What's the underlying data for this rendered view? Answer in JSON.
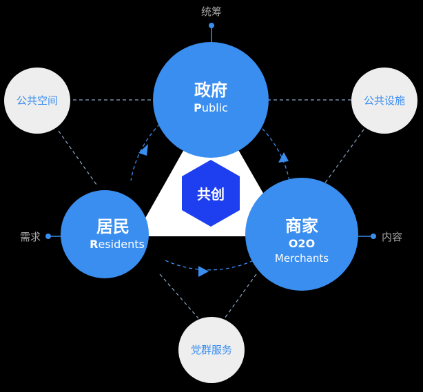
{
  "colors": {
    "background": "#000000",
    "primary": "#3A8EF0",
    "hexagon": "#1E3FF0",
    "satellite_fill": "#EEEEEE",
    "satellite_text": "#3A8EF0",
    "muted_text": "#A8A8A8",
    "triangle": "#FFFFFF",
    "dashed_line": "#8FA8C8"
  },
  "center": {
    "label": "共创"
  },
  "nodes": {
    "government": {
      "title": "政府",
      "initial": "P",
      "rest": "ublic"
    },
    "residents": {
      "title": "居民",
      "initial": "R",
      "rest": "esidents"
    },
    "merchants": {
      "title": "商家",
      "line2": "O2O",
      "line3": "Merchants"
    }
  },
  "satellites": {
    "public_space": "公共空间",
    "public_facilities": "公共设施",
    "party_services": "党群服务"
  },
  "outer_labels": {
    "top": "统筹",
    "left": "需求",
    "right": "内容"
  }
}
